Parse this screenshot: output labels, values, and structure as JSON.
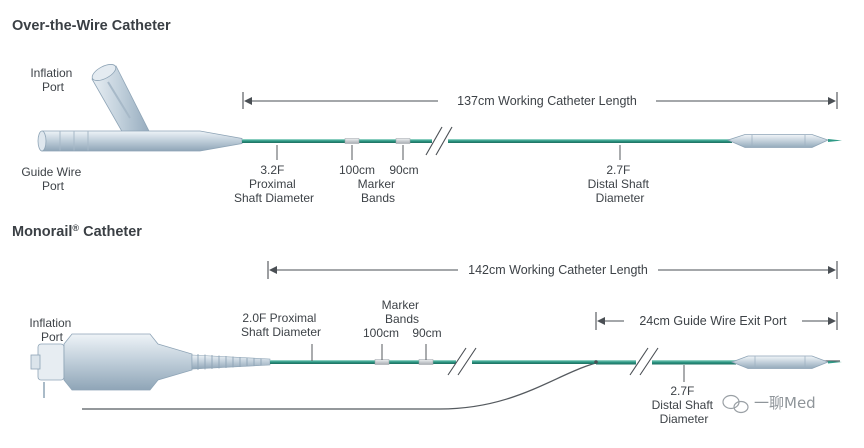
{
  "otw": {
    "title": "Over-the-Wire Catheter",
    "inflation_port": [
      "Inflation",
      "Port"
    ],
    "guide_wire_port": [
      "Guide Wire",
      "Port"
    ],
    "working_length": "137cm Working Catheter Length",
    "proximal_shaft": [
      "3.2F",
      "Proximal",
      "Shaft Diameter"
    ],
    "marker_100": "100cm",
    "marker_90": "90cm",
    "marker_bands": [
      "Marker",
      "Bands"
    ],
    "distal_shaft": [
      "2.7F",
      "Distal Shaft",
      "Diameter"
    ]
  },
  "monorail": {
    "title": "Monorail",
    "title_mark": "®",
    "title_rest": " Catheter",
    "inflation_port": [
      "Inflation",
      "Port"
    ],
    "working_length": "142cm Working Catheter Length",
    "proximal_shaft": [
      "2.0F Proximal",
      "Shaft Diameter"
    ],
    "marker_bands": [
      "Marker",
      "Bands"
    ],
    "marker_100": "100cm",
    "marker_90": "90cm",
    "exit_port": "24cm Guide Wire Exit Port",
    "distal_shaft": [
      "2.7F",
      "Distal Shaft",
      "Diameter"
    ]
  },
  "watermark": "一聊Med",
  "colors": {
    "shaft": "#2e9a86",
    "shaft_light": "#8fd0c2",
    "hub": "#c9d6e0",
    "hub_dark": "#8ea4b6",
    "marker_band": "#c6c9cc",
    "guide_wire": "#555a5f"
  }
}
